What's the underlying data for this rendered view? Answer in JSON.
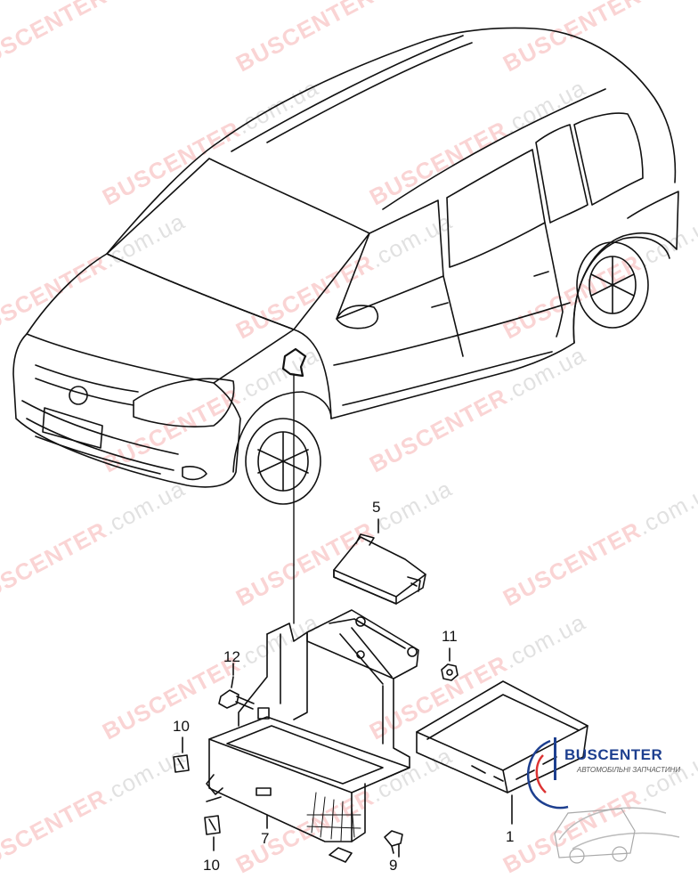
{
  "watermark": {
    "brand": "BUSCENTER",
    "domain": ".com.ua",
    "color": "#e84040"
  },
  "callouts": {
    "p1": "1",
    "p5": "5",
    "p7": "7",
    "p9": "9",
    "p10a": "10",
    "p10b": "10",
    "p11": "11",
    "p12": "12"
  },
  "logo": {
    "brand": "BUSCENTER",
    "tagline": "АВТОМОБІЛЬНІ ЗАПЧАСТИНИ",
    "color": "#1d3f8f"
  }
}
